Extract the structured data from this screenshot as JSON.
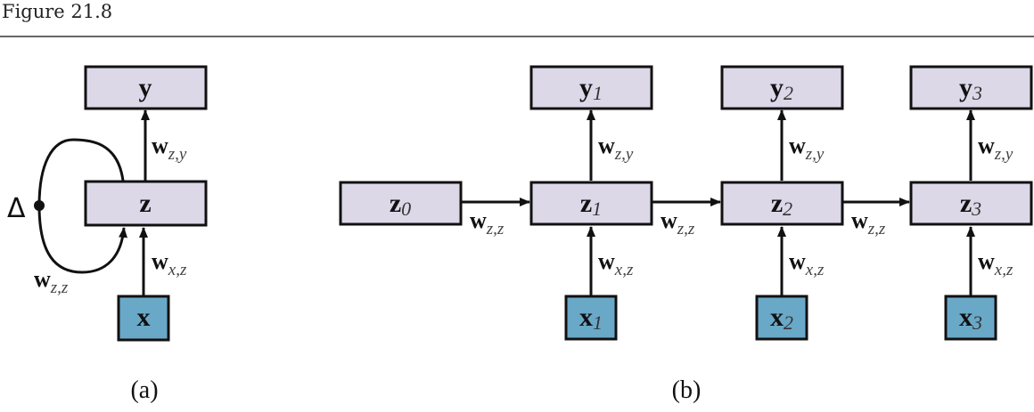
{
  "header": {
    "caption": "Figure 21.8"
  },
  "colors": {
    "hidden_box_fill": "#dcd8e8",
    "input_box_fill": "#6aa8c8",
    "stroke": "#111111",
    "rule": "#666666"
  },
  "panel_a": {
    "label": "(a)",
    "output": {
      "main": "y",
      "sub": ""
    },
    "hidden": {
      "main": "z",
      "sub": ""
    },
    "input": {
      "main": "x",
      "sub": ""
    },
    "edge_zy": {
      "main": "w",
      "sub": "z,y"
    },
    "edge_xz": {
      "main": "w",
      "sub": "x,z"
    },
    "edge_zz": {
      "main": "w",
      "sub": "z,z"
    },
    "delay_symbol": "Δ"
  },
  "panel_b": {
    "label": "(b)",
    "initial_state": {
      "main": "z",
      "sub": "0"
    },
    "steps": [
      {
        "output": {
          "main": "y",
          "sub": "1"
        },
        "hidden": {
          "main": "z",
          "sub": "1"
        },
        "input": {
          "main": "x",
          "sub": "1"
        },
        "edge_zy": {
          "main": "w",
          "sub": "z,y"
        },
        "edge_xz": {
          "main": "w",
          "sub": "x,z"
        },
        "edge_zz_in": {
          "main": "w",
          "sub": "z,z"
        }
      },
      {
        "output": {
          "main": "y",
          "sub": "2"
        },
        "hidden": {
          "main": "z",
          "sub": "2"
        },
        "input": {
          "main": "x",
          "sub": "2"
        },
        "edge_zy": {
          "main": "w",
          "sub": "z,y"
        },
        "edge_xz": {
          "main": "w",
          "sub": "x,z"
        },
        "edge_zz_in": {
          "main": "w",
          "sub": "z,z"
        }
      },
      {
        "output": {
          "main": "y",
          "sub": "3"
        },
        "hidden": {
          "main": "z",
          "sub": "3"
        },
        "input": {
          "main": "x",
          "sub": "3"
        },
        "edge_zy": {
          "main": "w",
          "sub": "z,y"
        },
        "edge_xz": {
          "main": "w",
          "sub": "x,z"
        },
        "edge_zz_in": {
          "main": "w",
          "sub": "z,z"
        }
      }
    ]
  }
}
